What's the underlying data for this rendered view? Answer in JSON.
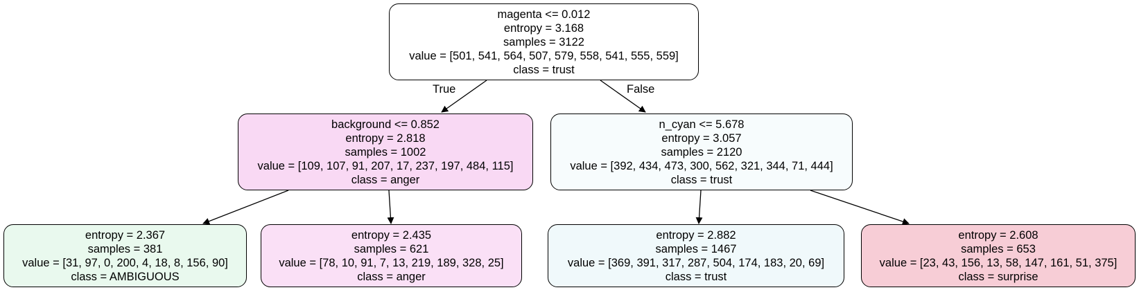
{
  "nodes": {
    "root": {
      "split": "magenta <= 0.012",
      "entropy": "entropy = 3.168",
      "samples": "samples = 3122",
      "value": "value = [501, 541, 564, 507, 579, 558, 541, 555, 559]",
      "class": "class = trust",
      "fill": "#ffffff"
    },
    "left": {
      "split": "background <= 0.852",
      "entropy": "entropy = 2.818",
      "samples": "samples = 1002",
      "value": "value = [109, 107, 91, 207, 17, 237, 197, 484, 115]",
      "class": "class = anger",
      "fill": "#f9d9f4"
    },
    "right": {
      "split": "n_cyan <= 5.678",
      "entropy": "entropy = 3.057",
      "samples": "samples = 2120",
      "value": "value = [392, 434, 473, 300, 562, 321, 344, 71, 444]",
      "class": "class = trust",
      "fill": "#f7fcfd"
    },
    "leaf1": {
      "entropy": "entropy = 2.367",
      "samples": "samples = 381",
      "value": "value = [31, 97, 0, 200, 4, 18, 8, 156, 90]",
      "class": "class = AMBIGUOUS",
      "fill": "#e9f9ee"
    },
    "leaf2": {
      "entropy": "entropy = 2.435",
      "samples": "samples = 621",
      "value": "value = [78, 10, 91, 7, 13, 219, 189, 328, 25]",
      "class": "class = anger",
      "fill": "#fae0f6"
    },
    "leaf3": {
      "entropy": "entropy = 2.882",
      "samples": "samples = 1467",
      "value": "value = [369, 391, 317, 287, 504, 174, 183, 20, 69]",
      "class": "class = trust",
      "fill": "#f0f9fb"
    },
    "leaf4": {
      "entropy": "entropy = 2.608",
      "samples": "samples = 653",
      "value": "value = [23, 43, 156, 13, 58, 147, 161, 51, 375]",
      "class": "class = surprise",
      "fill": "#f7cdd6"
    }
  },
  "edge_labels": {
    "true": "True",
    "false": "False"
  }
}
